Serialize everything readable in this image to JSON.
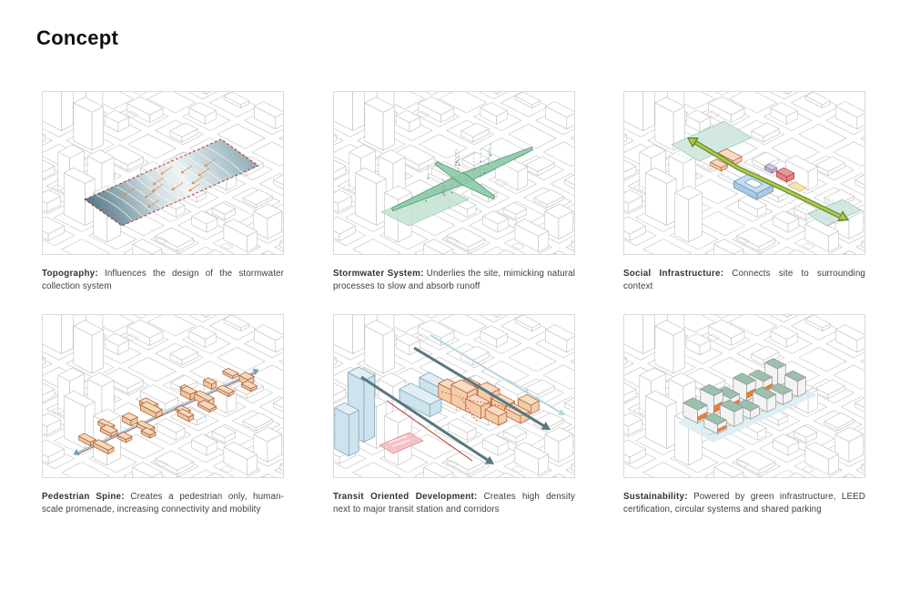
{
  "page": {
    "title": "Concept"
  },
  "panels": [
    {
      "type": "topography",
      "lead": "Topography:",
      "body": " Influences the design of the stormwater collection system"
    },
    {
      "type": "stormwater",
      "lead": "Stormwater System:",
      "body": " Underlies the site, mimicking natural processes to slow and absorb runoff"
    },
    {
      "type": "social",
      "lead": "Social Infrastructure:",
      "body": " Connects site to surrounding context"
    },
    {
      "type": "pedestrian",
      "lead": "Pedestrian Spine:",
      "body": " Creates a pedestrian only, human-scale promenade, increasing connectivity  and mobility"
    },
    {
      "type": "transit",
      "lead": "Transit Oriented Development:",
      "body": " Creates high density next to major transit station and corridors"
    },
    {
      "type": "sustainability",
      "lead": "Sustainability:",
      "body": " Powered by green infrastructure, LEED certification, circular systems and shared parking"
    }
  ],
  "palette": {
    "background": "#ffffff",
    "panel_border": "#dadada",
    "line_work": "#c3c3c3",
    "topo_dark": "#476c7c",
    "topo_light": "#eef3f4",
    "site_boundary_red": "#b23b30",
    "flow_arrow_orange": "#dd8a4e",
    "storm_green": "#8ecbaa",
    "storm_green_dark": "#4a8f68",
    "storm_patch": "#bfe2cf",
    "social_arrow_green": "#aac84d",
    "social_arrow_dark": "#5a7d22",
    "park_teal": "#cfe7dd",
    "park_teal_dark": "#97c2b1",
    "building_orange": "#f3cda8",
    "building_orange_dark": "#b4603a",
    "building_blue": "#abcbe4",
    "building_blue_dark": "#6a94b6",
    "building_red": "#e37f7f",
    "building_red_dark": "#a73d3d",
    "transit_teal": "#57787e",
    "transit_light_blue": "#cfe3ed",
    "transit_red": "#b5382e",
    "station_pink": "#f5bfc3",
    "green_roof": "#9cc0ae",
    "accent_orange": "#e0813f",
    "ground_blue": "#dbecf4",
    "caption_text": "#3d3d3d"
  }
}
